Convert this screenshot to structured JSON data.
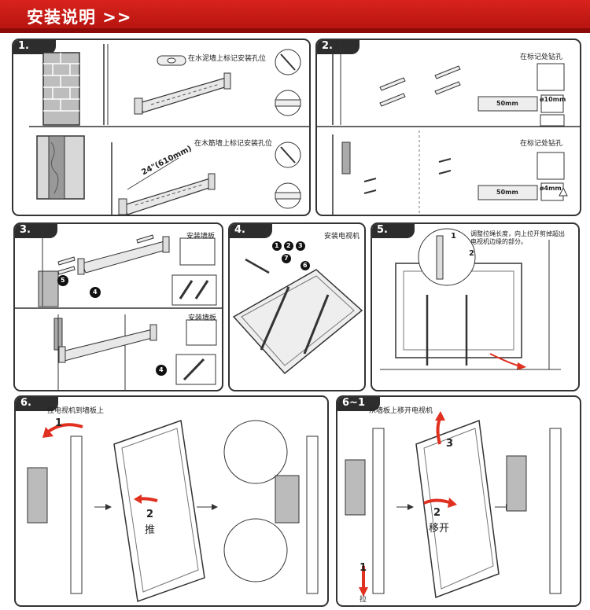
{
  "banner": {
    "title": "安装说明 >>"
  },
  "panels": {
    "p1": {
      "tag": "1.",
      "cap_top": "在水泥墙上标记安装孔位",
      "cap_bottom": "在木筋墙上标记安装孔位",
      "dimension": "24\"(610mm)"
    },
    "p2": {
      "tag": "2.",
      "cap_top": "在标记处钻孔",
      "cap_bottom": "在标记处钻孔",
      "depth": "50mm",
      "drill_top": "ø10mm",
      "drill_bottom": "ø4mm"
    },
    "p3": {
      "tag": "3.",
      "cap_top": "安装墙板",
      "cap_bottom": "安装墙板",
      "n5": "5",
      "n4a": "4",
      "n4b": "4"
    },
    "p4": {
      "tag": "4.",
      "cap": "安装电视机",
      "n1": "1",
      "n2": "2",
      "n3": "3",
      "n7": "7",
      "n6": "6"
    },
    "p5": {
      "tag": "5.",
      "cap": "调整拉绳长度，向上拉开剪掉超出电视机边缘的部分。",
      "n1": "1",
      "n2": "2"
    },
    "p6": {
      "tag": "6.",
      "cap": "挂电视机到墙板上",
      "n1": "1",
      "n2": "2",
      "push": "推"
    },
    "p7": {
      "tag": "6~1",
      "cap": "从墙板上移开电视机",
      "n3": "3",
      "n2": "2",
      "move": "移开",
      "n1": "1",
      "pull": "拉"
    }
  },
  "colors": {
    "banner": "#c8180f",
    "accent": "#e03020",
    "brick": "#c0c0c0",
    "dark": "#2d2d2d"
  }
}
